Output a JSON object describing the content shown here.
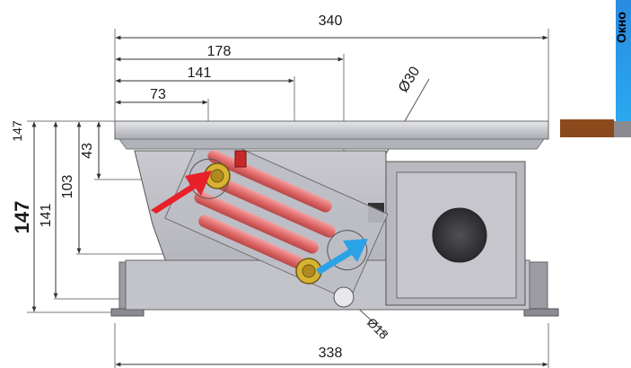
{
  "dimensions": {
    "width_overall": "340",
    "d178": "178",
    "d141_top": "141",
    "d73": "73",
    "pipe_diameter_large": "Ø30",
    "pipe_diameter_small": "Ø18",
    "width_bottom": "338",
    "height_147_small": "147",
    "height_147_large": "147",
    "height_141": "141",
    "height_103": "103",
    "height_43": "43"
  },
  "sidebar": {
    "label": "Окно"
  },
  "colors": {
    "hot_arrow": "#e8202a",
    "cold_arrow": "#2aa2e6",
    "wood": "#8b4a1b",
    "body": "#bcbcc4",
    "accent_tab": "#2a99e8"
  }
}
